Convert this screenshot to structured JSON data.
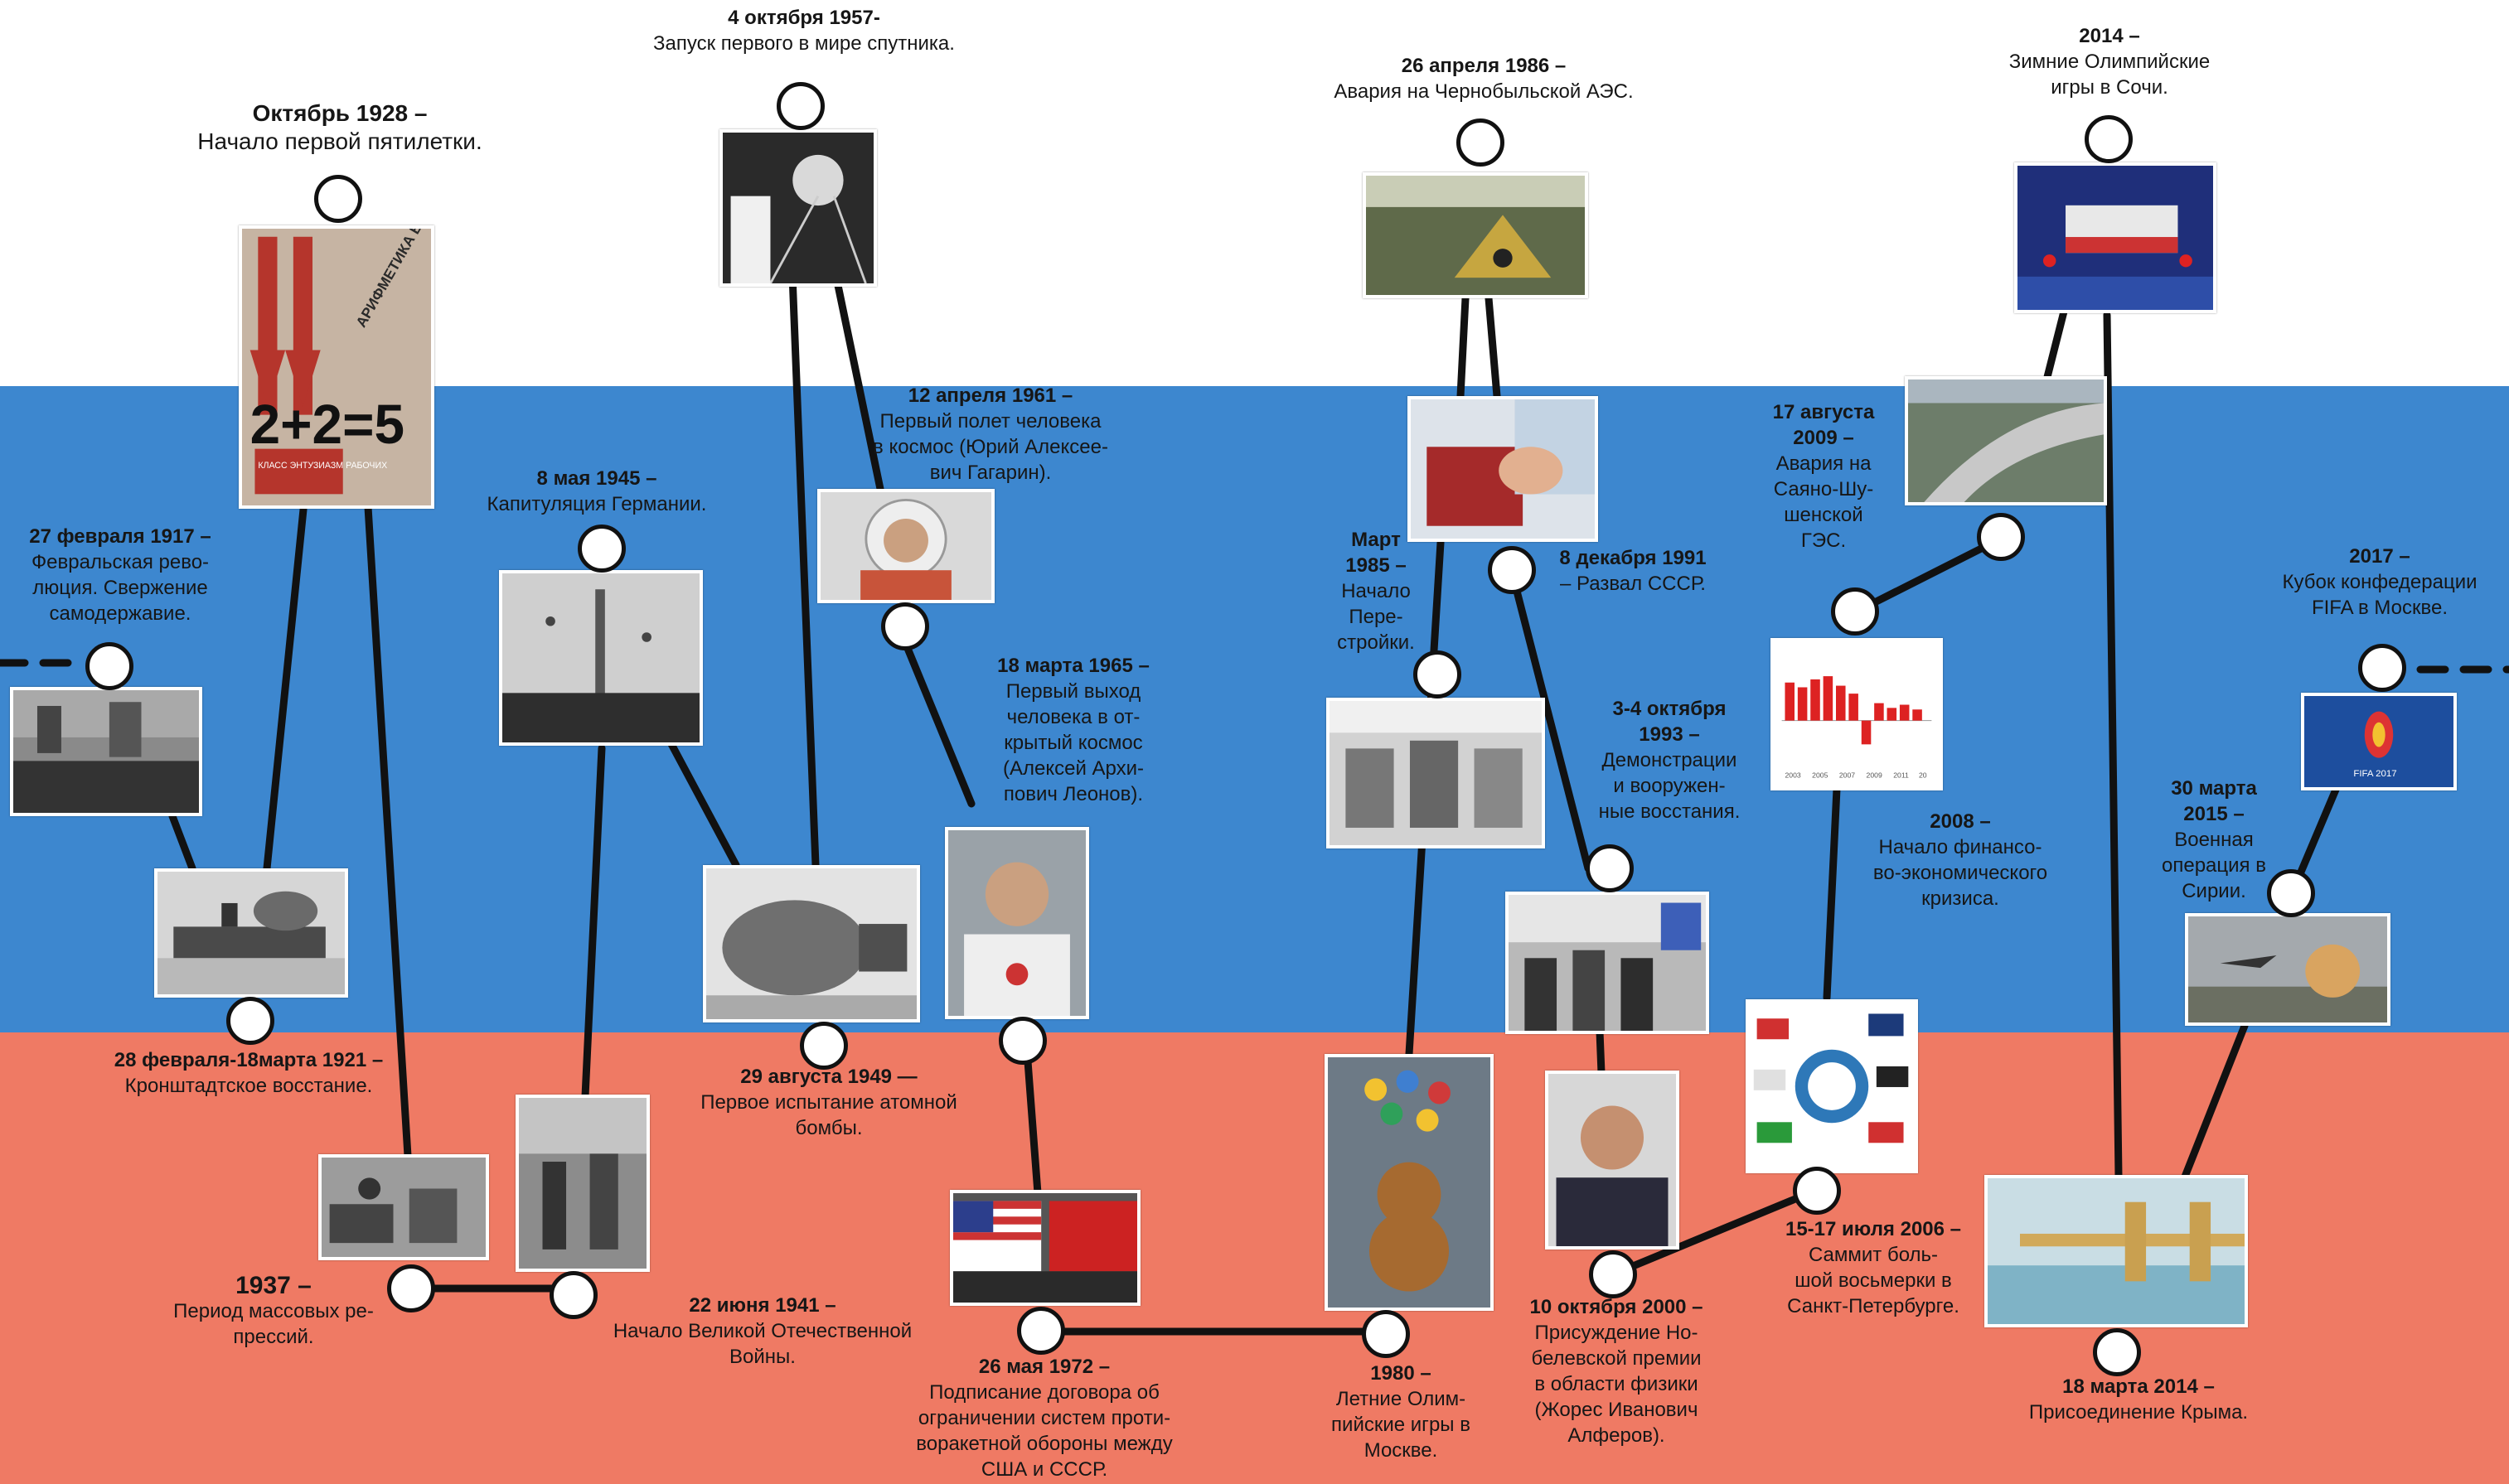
{
  "colors": {
    "white_band": "#ffffff",
    "blue_band": "#3d87cf",
    "red_band": "#ef7a64",
    "line": "#111111"
  },
  "events": [
    {
      "id": "e1917",
      "date": "27 февраля 1917 –",
      "text": "Февральская рево-\nлюция. Свержение\nсамодержавие.",
      "photo": "crowd with banners"
    },
    {
      "id": "e1921",
      "date": "28 февраля-18марта 1921 –",
      "text": "Кронштадтское восстание.",
      "photo": "battleship"
    },
    {
      "id": "e1928",
      "date": "Октябрь 1928 –",
      "text": "Начало первой пятилетки.",
      "photo": "poster",
      "poster_lines": [
        "2+2=5",
        "АРИФМЕТИКА ВСТРЕЧНОГО ПРОМФИНПЛАНА",
        "КЛАСС ЭНТУЗИАЗМ РАБОЧИХ"
      ]
    },
    {
      "id": "e1937",
      "date": "1937 –",
      "text": "Период массовых ре-\nпрессий.",
      "photo": "workers with carts"
    },
    {
      "id": "e1941",
      "date": "22 июня 1941 –",
      "text": "Начало Великой Отечественной\nВойны.",
      "photo": "soldiers in street"
    },
    {
      "id": "e1945",
      "date": "8 мая 1945 –",
      "text": "Капитуляция Германии.",
      "photo": "victory column"
    },
    {
      "id": "e1949",
      "date": "29 августа 1949 —",
      "text": "Первое испытание атомной\nбомбы.",
      "photo": "atomic bomb"
    },
    {
      "id": "e1957",
      "date": "4 октября 1957-",
      "text": "Запуск первого в мире спутника.",
      "photo": "sputnik"
    },
    {
      "id": "e1961",
      "date": "12 апреля 1961 –",
      "text": "Первый полет человека\nв космос (Юрий Алексее-\nвич Гагарин).",
      "photo": "cosmonaut portrait"
    },
    {
      "id": "e1965",
      "date": "18 марта 1965 –",
      "text": "Первый выход\nчеловека в от-\nкрытый космос\n(Алексей Архи-\nпович Леонов).",
      "photo": "cosmonaut in suit"
    },
    {
      "id": "e1972",
      "date": "26 мая 1972 –",
      "text": "Подписание договора об\nограничении систем проти-\nворакетной обороны между\nСША и СССР.",
      "photo": "flags"
    },
    {
      "id": "e1980",
      "date": "1980 –",
      "text": "Летние Олим-\nпийские игры в\nМоскве.",
      "photo": "olympic bear"
    },
    {
      "id": "e1985",
      "date": "Март\n1985 –",
      "text": "Начало\nПере-\nстройки.",
      "photo": "congress hall"
    },
    {
      "id": "e1986",
      "date": "26 апреля 1986 –",
      "text": "Авария на Чернобыльской АЭС.",
      "photo": "radiation sign"
    },
    {
      "id": "e1991",
      "date": "8 декабря 1991",
      "text": "– Развал СССР.",
      "photo": "torn passport"
    },
    {
      "id": "e1993",
      "date": "3-4 октября\n1993 –",
      "text": "Демонстрации\nи вооружен-\nные восстания.",
      "photo": "officials at white house"
    },
    {
      "id": "e2000",
      "date": "10 октября 2000 –",
      "text": "Присуждение Но-\nбелевской премии\nв области физики\n(Жорес Иванович\nАлферов).",
      "photo": "portrait"
    },
    {
      "id": "e2006",
      "date": "15-17 июля 2006 –",
      "text": "Саммит боль-\nшой восьмерки в\nСанкт-Петербурге.",
      "photo": "G8 logo"
    },
    {
      "id": "e2008",
      "date": "2008 –",
      "text": "Начало финансо-\nво-экономического\nкризиса.",
      "photo": "bar chart",
      "chart_ticks": [
        "2003",
        "2005",
        "2007",
        "2009",
        "2011",
        "20"
      ]
    },
    {
      "id": "e2009",
      "date": "17 августа\n2009 –",
      "text": "Авария на\nСаяно-Шу-\nшенской\nГЭС.",
      "photo": "dam"
    },
    {
      "id": "e2014a",
      "date": "2014 –",
      "text": "Зимние Олимпийские\nигры в  Сочи.",
      "photo": "olympic ceremony"
    },
    {
      "id": "e2014b",
      "date": "18 марта 2014 –",
      "text": "Присоединение Крыма.",
      "photo": "bridge"
    },
    {
      "id": "e2015",
      "date": "30 марта\n2015 –",
      "text": "Военная\nоперация в\nСирии.",
      "photo": "explosion"
    },
    {
      "id": "e2017",
      "date": "2017 –",
      "text": "Кубок конфедерации\nFIFA в Москве.",
      "photo": "cup logo",
      "logo_text": "FIFA 2017"
    }
  ]
}
